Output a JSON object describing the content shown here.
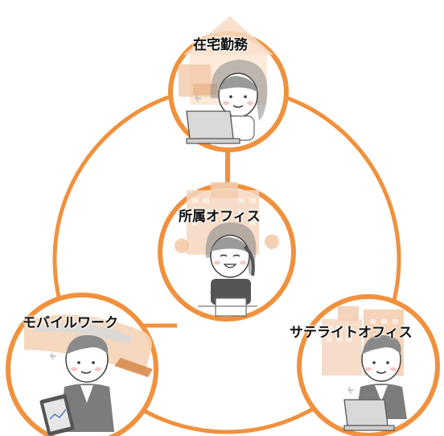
{
  "accent_color": "#f0913e",
  "nodes": {
    "home": {
      "label": "在宅勤務",
      "icon": "woman-laptop-home-icon"
    },
    "office": {
      "label": "所属オフィス",
      "icon": "woman-phone-office-icon"
    },
    "mobile": {
      "label": "モバイルワーク",
      "icon": "man-tablet-train-icon"
    },
    "satellite": {
      "label": "サテライトオフィス",
      "icon": "man-laptop-building-icon"
    }
  }
}
